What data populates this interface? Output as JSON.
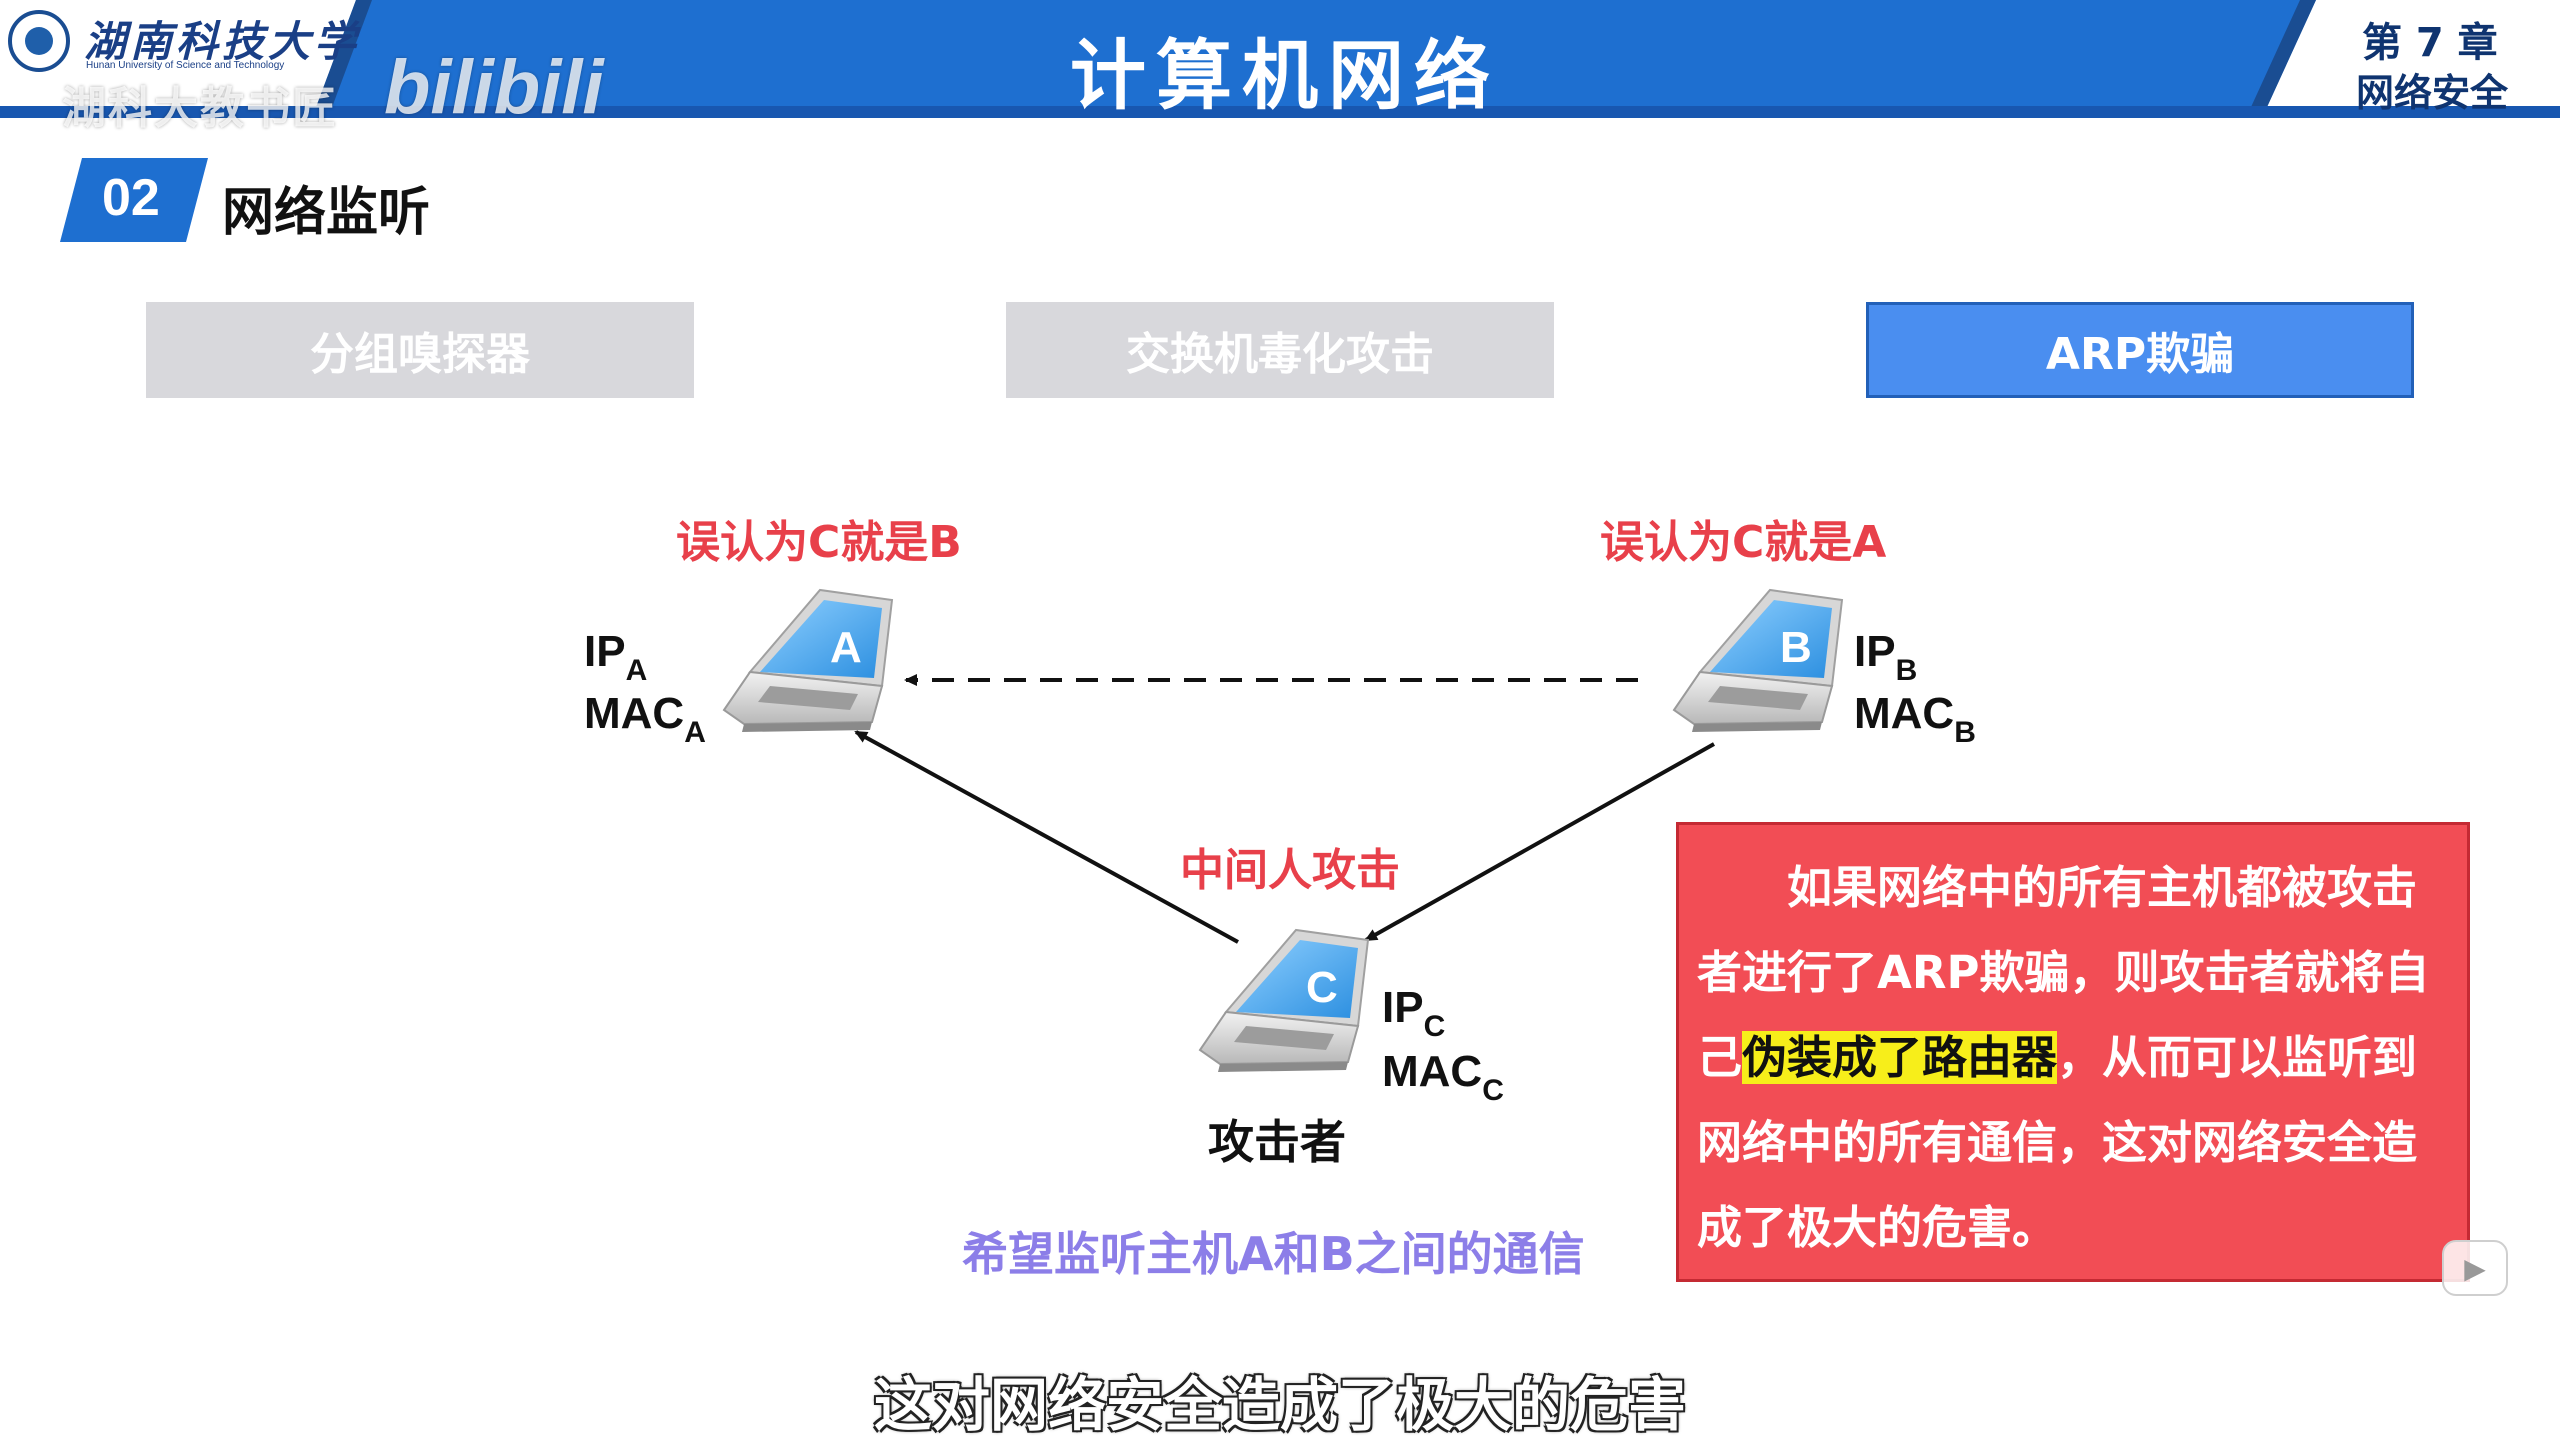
{
  "header": {
    "university_name": "湖南科技大学",
    "university_en": "Hunan University of Science and Technology",
    "course_title": "计算机网络",
    "chapter_num": "第 7 章",
    "chapter_name": "网络安全",
    "colors": {
      "bar": "#1e6fd0",
      "accent": "#0f3470"
    }
  },
  "watermark": {
    "text": "湖科大教书匠",
    "logo": "bilibili"
  },
  "section": {
    "number": "02",
    "title": "网络监听"
  },
  "tabs": [
    {
      "label": "分组嗅探器",
      "active": false
    },
    {
      "label": "交换机毒化攻击",
      "active": false
    },
    {
      "label": "ARP欺骗",
      "active": true
    }
  ],
  "diagram": {
    "host_a": {
      "letter": "A",
      "misbelief": "误认为C就是B",
      "ip": "IP",
      "ip_sub": "A",
      "mac": "MAC",
      "mac_sub": "A"
    },
    "host_b": {
      "letter": "B",
      "misbelief": "误认为C就是A",
      "ip": "IP",
      "ip_sub": "B",
      "mac": "MAC",
      "mac_sub": "B"
    },
    "host_c": {
      "letter": "C",
      "ip": "IP",
      "ip_sub": "C",
      "mac": "MAC",
      "mac_sub": "C",
      "role": "攻击者"
    },
    "mitm_label": "中间人攻击",
    "goal": "希望监听主机A和B之间的通信"
  },
  "info_box": {
    "part1": "如果网络中的所有主机都被攻击者进行了ARP欺骗，则攻击者就将自己",
    "highlight": "伪装成了路由器",
    "part2": "，从而可以监听到网络中的所有通信，这对网络安全造成了极大的危害。"
  },
  "subtitle": "这对网络安全造成了极大的危害"
}
